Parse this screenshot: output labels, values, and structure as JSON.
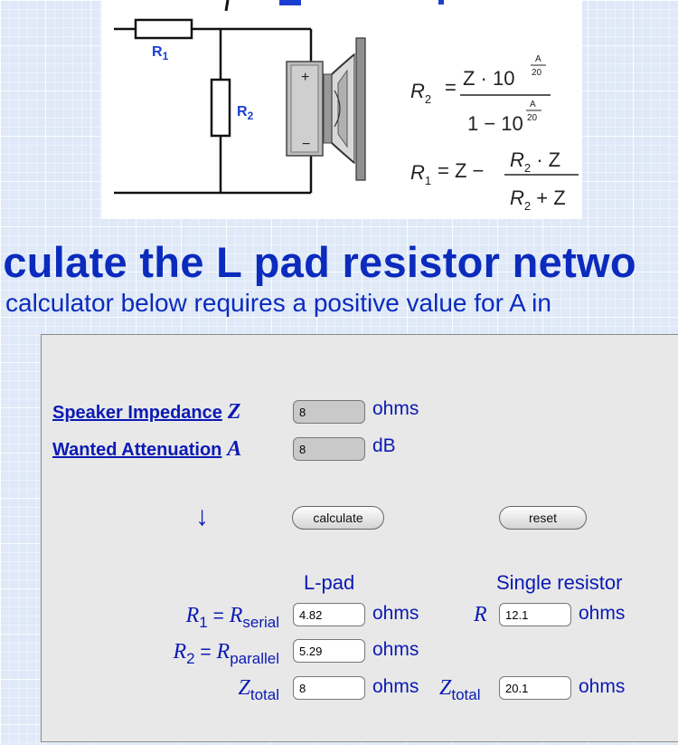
{
  "diagram": {
    "r1_label": "R",
    "r1_sub": "1",
    "r2_label": "R",
    "r2_sub": "2",
    "plus": "+",
    "minus": "−",
    "formula_r2_lhs": "R",
    "formula_r2_lhs_sub": "2",
    "formula_r2_num": "Z · 10",
    "formula_r2_den": "1 − 10",
    "formula_exp_num": "A",
    "formula_exp_den": "20",
    "formula_r1_lhs": "R",
    "formula_r1_lhs_sub": "1",
    "formula_r1_mid": "= Z −",
    "formula_r1_num": "R",
    "formula_r1_num_sub": "2",
    "formula_r1_num_tail": " · Z",
    "formula_r1_den": "R",
    "formula_r1_den_sub": "2",
    "formula_r1_den_tail": " + Z",
    "equals": "="
  },
  "headline": "lculate the L pad resistor netwo",
  "subline": "calculator below requires a positive value for A in",
  "calculator": {
    "impedance_label": "Speaker Impedance",
    "impedance_symbol": "Z",
    "impedance_value": "8",
    "impedance_unit": "ohms",
    "attenuation_label": "Wanted Attenuation",
    "attenuation_symbol": "A",
    "attenuation_value": "8",
    "attenuation_unit": "dB",
    "down_arrow": "↓",
    "calculate_label": "calculate",
    "reset_label": "reset",
    "lpad_heading": "L-pad",
    "single_heading": "Single resistor",
    "r1_sym": "R",
    "r1_sym_sub": "1",
    "r1_eq": " = ",
    "r1_rhs": "R",
    "r1_rhs_sub": "serial",
    "r1_value": "4.82",
    "r1_unit": "ohms",
    "r2_sym": "R",
    "r2_sym_sub": "2",
    "r2_eq": " = ",
    "r2_rhs": "R",
    "r2_rhs_sub": "parallel",
    "r2_value": "5.29",
    "r2_unit": "ohms",
    "ztotal_sym": "Z",
    "ztotal_sub": "total",
    "ztotal_value": "8",
    "ztotal_unit": "ohms",
    "single_r_sym": "R",
    "single_r_value": "12.1",
    "single_r_unit": "ohms",
    "single_ztotal_sym": "Z",
    "single_ztotal_sub": "total",
    "single_ztotal_value": "20.1",
    "single_ztotal_unit": "ohms"
  }
}
